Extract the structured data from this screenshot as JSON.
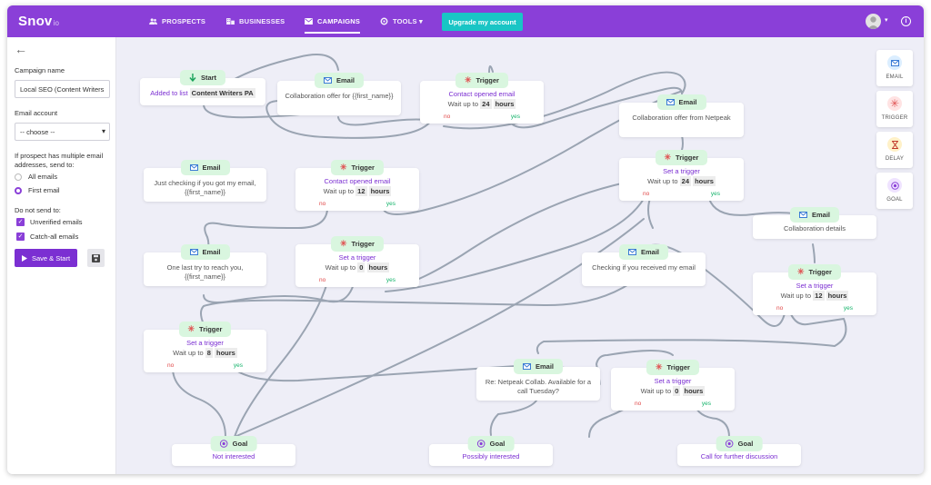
{
  "app": {
    "logo": "Snov",
    "logo_suffix": "io",
    "nav": [
      {
        "label": "PROSPECTS"
      },
      {
        "label": "BUSINESSES"
      },
      {
        "label": "CAMPAIGNS"
      },
      {
        "label": "TOOLS ▾"
      }
    ],
    "upgrade_label": "Upgrade my account",
    "avatar_caret": "▾",
    "info_glyph": "i"
  },
  "sidebar": {
    "back_glyph": "←",
    "campaign_name_label": "Campaign name",
    "campaign_name_value": "Local SEO (Content Writers",
    "email_account_label": "Email account",
    "email_account_value": "-- choose --",
    "multi_email_text": "If prospect has multiple email addresses, send to:",
    "radio_options": [
      {
        "label": "All emails",
        "selected": false
      },
      {
        "label": "First email",
        "selected": true
      }
    ],
    "do_not_send_label": "Do not send to:",
    "checkboxes": [
      {
        "label": "Unverified emails",
        "checked": true
      },
      {
        "label": "Catch-all emails",
        "checked": true
      }
    ],
    "save_start_label": "Save & Start"
  },
  "flow": {
    "nodes": {
      "start": {
        "badge": "Start",
        "text": "Added to list",
        "chip": "Content Writers PA"
      },
      "email1": {
        "badge": "Email",
        "text": "Collaboration offer for {{first_name}}"
      },
      "trigger1": {
        "badge": "Trigger",
        "text": "Contact opened email",
        "wait_prefix": "Wait up to",
        "wait_value": "24",
        "wait_unit": "hours",
        "no": "no",
        "yes": "yes"
      },
      "email2": {
        "badge": "Email",
        "text": "Collaboration offer from Netpeak"
      },
      "trigger2": {
        "badge": "Trigger",
        "text": "Set a trigger",
        "wait_prefix": "Wait up to",
        "wait_value": "24",
        "wait_unit": "hours",
        "no": "no",
        "yes": "yes"
      },
      "email3": {
        "badge": "Email",
        "text": "Just checking if you got my email, {{first_name}}"
      },
      "trigger3": {
        "badge": "Trigger",
        "text": "Contact opened email",
        "wait_prefix": "Wait up to",
        "wait_value": "12",
        "wait_unit": "hours",
        "no": "no",
        "yes": "yes"
      },
      "email4": {
        "badge": "Email",
        "text": "Collaboration details"
      },
      "email5": {
        "badge": "Email",
        "text": "One last try to reach you, {{first_name}}"
      },
      "trigger4": {
        "badge": "Trigger",
        "text": "Set a trigger",
        "wait_prefix": "Wait up to",
        "wait_value": "0",
        "wait_unit": "hours",
        "no": "no",
        "yes": "yes"
      },
      "email6": {
        "badge": "Email",
        "text": "Checking if you received my email"
      },
      "trigger5": {
        "badge": "Trigger",
        "text": "Set a trigger",
        "wait_prefix": "Wait up to",
        "wait_value": "12",
        "wait_unit": "hours",
        "no": "no",
        "yes": "yes"
      },
      "trigger6": {
        "badge": "Trigger",
        "text": "Set a trigger",
        "wait_prefix": "Wait up to",
        "wait_value": "8",
        "wait_unit": "hours",
        "no": "no",
        "yes": "yes"
      },
      "email7": {
        "badge": "Email",
        "text": "Re: Netpeak Collab. Available for a call Tuesday?"
      },
      "trigger7": {
        "badge": "Trigger",
        "text": "Set a trigger",
        "wait_prefix": "Wait up to",
        "wait_value": "0",
        "wait_unit": "hours",
        "no": "no",
        "yes": "yes"
      },
      "goal1": {
        "badge": "Goal",
        "text": "Not interested"
      },
      "goal2": {
        "badge": "Goal",
        "text": "Possibly interested"
      },
      "goal3": {
        "badge": "Goal",
        "text": "Call for further discussion"
      }
    }
  },
  "toolbox": [
    {
      "label": "EMAIL",
      "icon": "envelope-icon",
      "bg": "#dbeeff"
    },
    {
      "label": "TRIGGER",
      "icon": "trigger-icon",
      "bg": "#ffe3e3"
    },
    {
      "label": "DELAY",
      "icon": "hourglass-icon",
      "bg": "#fff1c8"
    },
    {
      "label": "GOAL",
      "icon": "target-icon",
      "bg": "#efe3ff"
    }
  ],
  "colors": {
    "brand": "#8a3fd8",
    "accent": "#19c5c5",
    "node_badge": "#d9f6df",
    "no": "#e04646",
    "yes": "#13b36a",
    "line": "#9aa4b2"
  }
}
